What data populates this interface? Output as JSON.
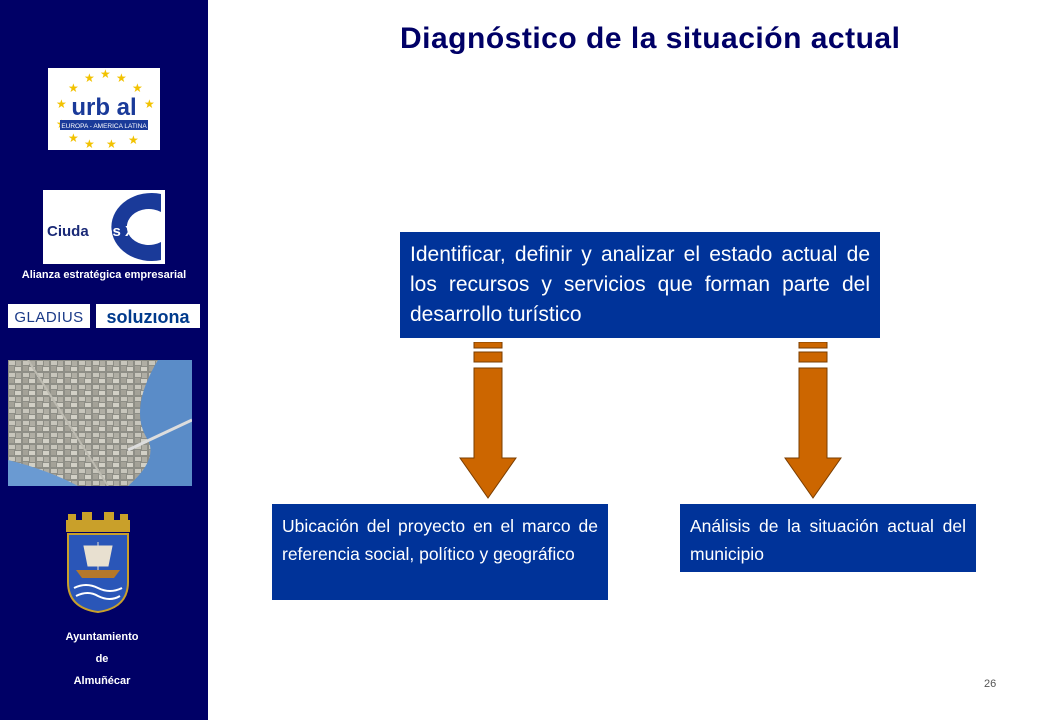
{
  "sidebar": {
    "urbal_logo": {
      "main": "urb al",
      "sub": "EUROPA - AMERICA LATINA",
      "star_color": "#f2c200"
    },
    "ciudades_logo": {
      "text_a": "Ciuda",
      "text_b": "des XXI"
    },
    "alianza_text": "Alianza estratégica empresarial",
    "gladius_logo": "GLADIUS",
    "soluziona_logo": "soluzιona",
    "ayuntamiento_lines": [
      "Ayuntamiento",
      "de",
      "Almuñécar"
    ]
  },
  "slide": {
    "title": "Diagnóstico de la situación actual",
    "top_box": "Identificar, definir y analizar el estado actual de los recursos y servicios que forman parte del desarrollo turístico",
    "left_box": "Ubicación del proyecto en el marco de referencia social, político y geográfico",
    "right_box": "Análisis de la situación actual del municipio",
    "page_number": "26"
  },
  "colors": {
    "sidebar": "#000066",
    "box": "#003399",
    "arrow": "#cc6600",
    "title": "#000066"
  }
}
